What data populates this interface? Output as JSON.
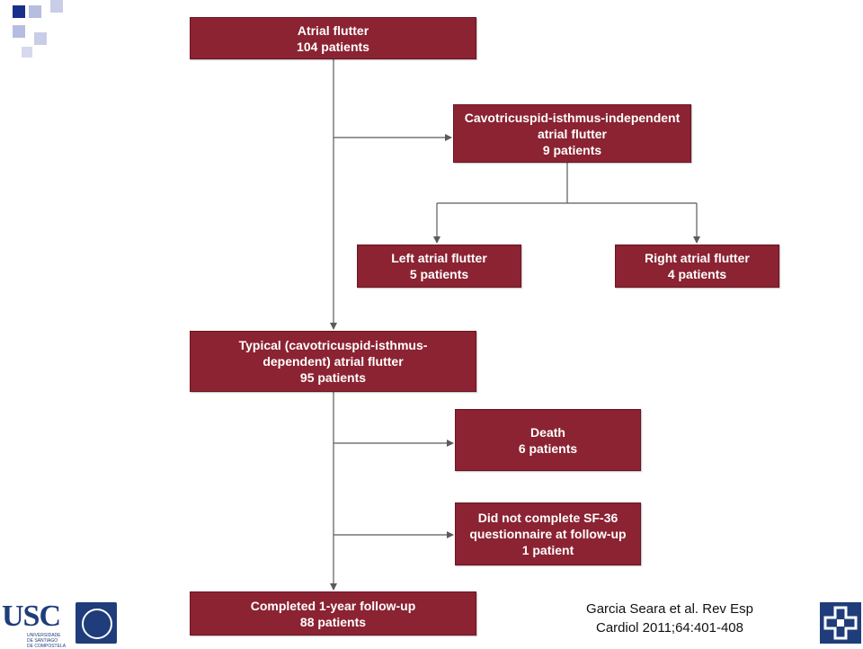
{
  "flowchart": {
    "nodes": {
      "atrial_flutter": [
        "Atrial flutter",
        "104 patients"
      ],
      "cti_independent": [
        "Cavotricuspid-isthmus-independent",
        "atrial flutter",
        "9 patients"
      ],
      "left_atrial": [
        "Left atrial flutter",
        "5 patients"
      ],
      "right_atrial": [
        "Right atrial flutter",
        "4 patients"
      ],
      "typical": [
        "Typical (cavotricuspid-isthmus-",
        "dependent) atrial flutter",
        "95 patients"
      ],
      "death": [
        "Death",
        "6 patients"
      ],
      "no_sf36": [
        "Did not complete SF-36",
        "questionnaire at follow-up",
        "1 patient"
      ],
      "completed": [
        "Completed 1-year follow-up",
        "88 patients"
      ]
    }
  },
  "citation": [
    "Garcia Seara et al. Rev Esp",
    "Cardiol 2011;64:401-408"
  ],
  "logos": {
    "usc_text": "USC",
    "usc_sub": [
      "UNIVERSIDADE",
      "DE SANTIAGO",
      "DE COMPOSTELA"
    ]
  },
  "colors": {
    "box_fill": "#8b2332",
    "box_text": "#ffffff",
    "connector": "#5a5a5a",
    "logo_blue": "#1f3d7a"
  }
}
